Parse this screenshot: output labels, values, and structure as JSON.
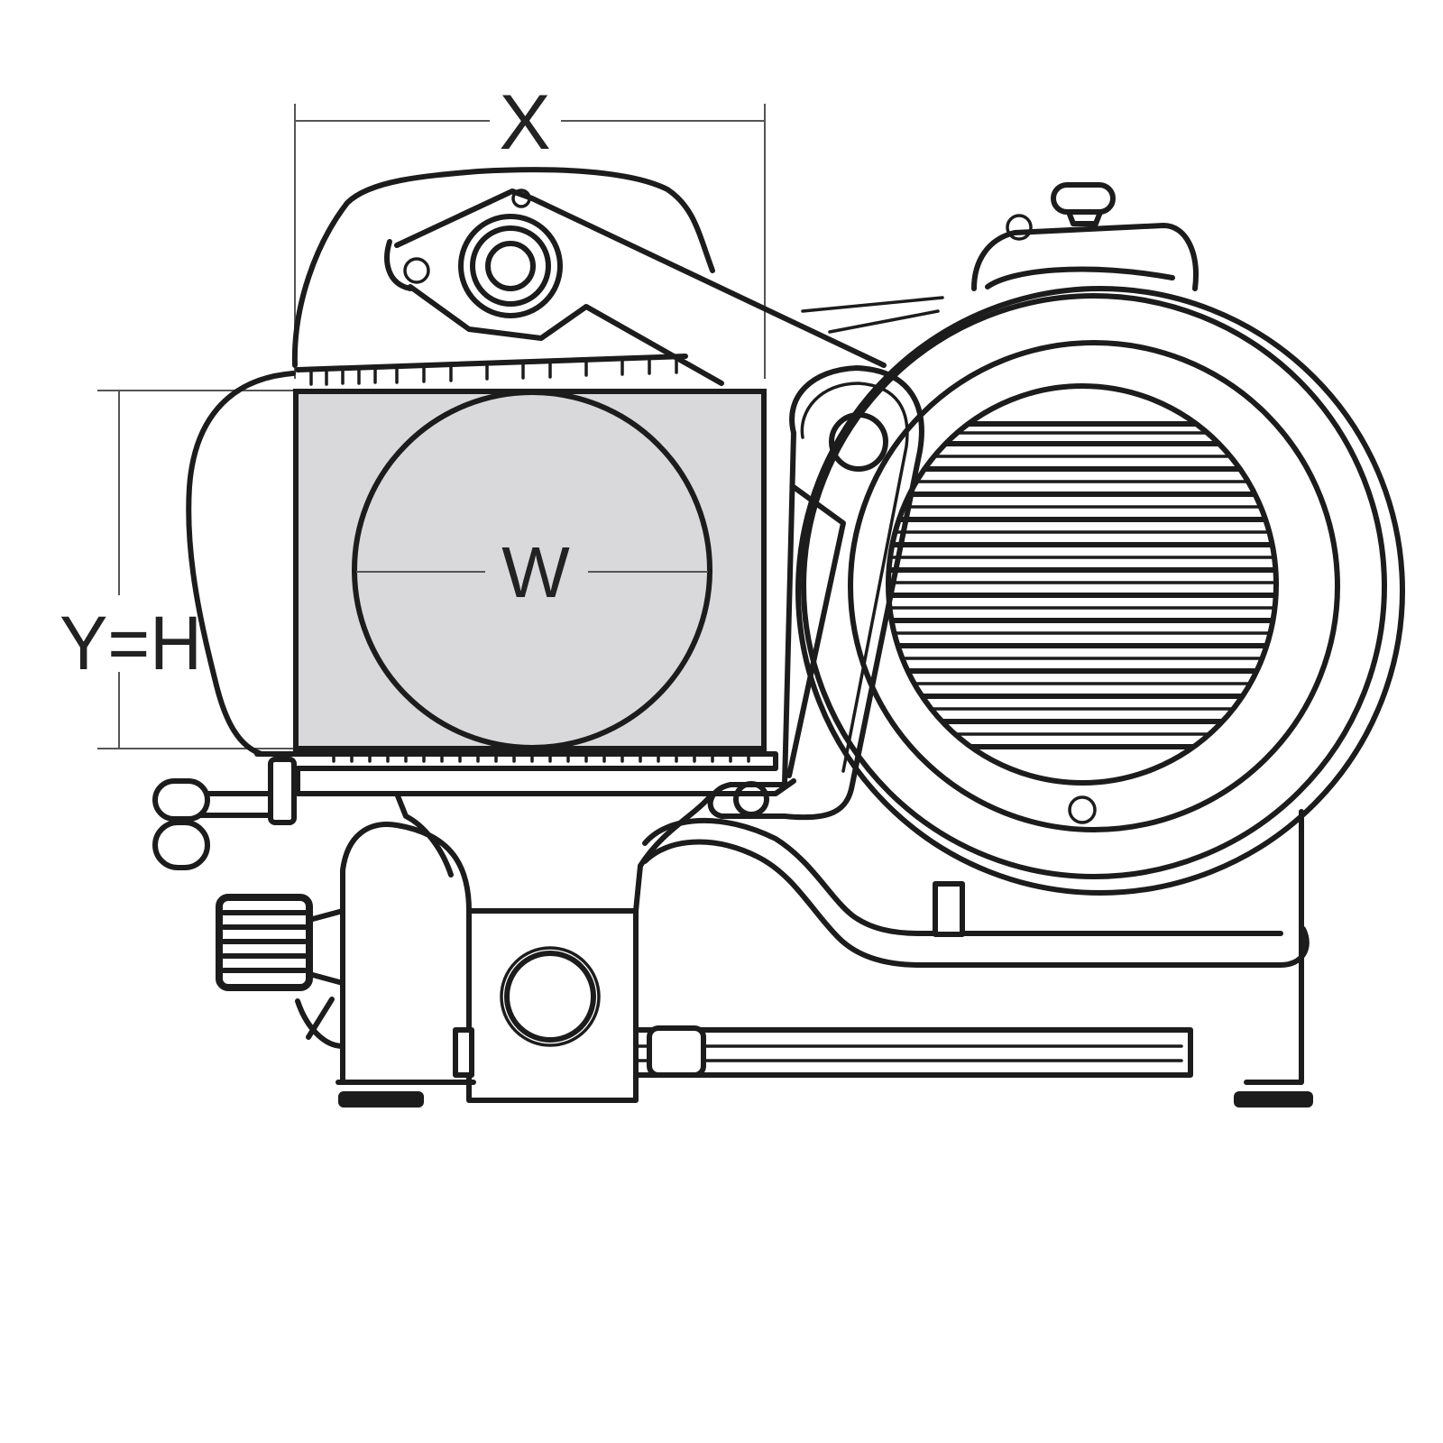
{
  "labels": {
    "width_dim": "X",
    "height_dim": "Y=H",
    "diameter_dim": "W"
  },
  "colors": {
    "line": "#1c1c1c",
    "dimension_line": "#555555",
    "product_area_fill": "#d9d9dc",
    "background": "#ffffff"
  }
}
